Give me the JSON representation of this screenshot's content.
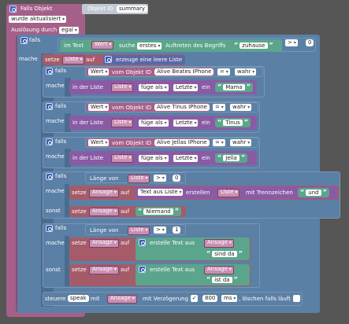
{
  "trigger": {
    "label": "Falls Objekt",
    "objid_label": "Objekt ID",
    "objid_value": "summary",
    "condition": "wurde aktualisiert",
    "cause_label": "Auslösung durch",
    "cause_value": "egal"
  },
  "if1": {
    "falls": "falls",
    "macht": "mache",
    "im_text": "im Text",
    "wert": "Wert",
    "suche": "suche",
    "first": "erstes",
    "occ": "Auftreten des Begriffs",
    "term": "zuhause",
    "op": ">",
    "num": "0"
  },
  "set_list": {
    "setze": "setze",
    "var": "Liste",
    "auf": "auf",
    "create": "erzeuge eine leere Liste"
  },
  "phones": [
    {
      "falls": "falls",
      "wert": "Wert",
      "vom": "vom Objekt ID",
      "obj": "Alive Beates IPhone",
      "op": "=",
      "val": "wahr",
      "macht": "mache",
      "in_list": "in der Liste",
      "list": "Liste",
      "insert": "füge als",
      "pos": "Letzte",
      "ein": "ein",
      "name": "Mama"
    },
    {
      "falls": "falls",
      "wert": "Wert",
      "vom": "vom Objekt ID",
      "obj": "Alive Tinus IPhone",
      "op": "=",
      "val": "wahr",
      "macht": "mache",
      "in_list": "in der Liste",
      "list": "Liste",
      "insert": "füge als",
      "pos": "Letzte",
      "ein": "ein",
      "name": "Tinus"
    },
    {
      "falls": "falls",
      "wert": "Wert",
      "vom": "vom Objekt ID",
      "obj": "Alive Jellas IPhone",
      "op": "=",
      "val": "wahr",
      "macht": "mache",
      "in_list": "in der Liste",
      "list": "Liste",
      "insert": "füge als",
      "pos": "Letzte",
      "ein": "ein",
      "name": "Jella"
    }
  ],
  "len_if1": {
    "falls": "falls",
    "len": "Länge von",
    "list": "Liste",
    "op": ">",
    "num": "0",
    "macht": "mache",
    "setze": "setze",
    "var": "Ansage",
    "auf": "auf",
    "text_from": "Text aus Liste",
    "create": "erstellen",
    "list2": "Liste",
    "sep": "mit Trennzeichen",
    "sep_val": "und",
    "sonst": "sonst",
    "var2": "Ansage",
    "auf2": "auf",
    "niemand": "Niemand"
  },
  "len_if2": {
    "falls": "falls",
    "len": "Länge von",
    "list": "Liste",
    "op": ">",
    "num": "1",
    "macht": "mache",
    "setze": "setze",
    "var": "Ansage",
    "auf": "auf",
    "make_text": "erstelle Text aus",
    "part1": "Ansage",
    "part2": "sind da",
    "sonst": "sonst",
    "setze2": "setze",
    "var2": "Ansage",
    "auf2": "auf",
    "make_text2": "erstelle Text aus",
    "part3": "Ansage",
    "part4": "ist da"
  },
  "speak": {
    "steuere": "steuere",
    "obj": "speak",
    "mit": "mit",
    "var": "Ansage",
    "delay": "mit Verzögerung",
    "checked": "✓",
    "ms": "800",
    "unit": "ms",
    "clear": ", löschen falls läuft"
  }
}
